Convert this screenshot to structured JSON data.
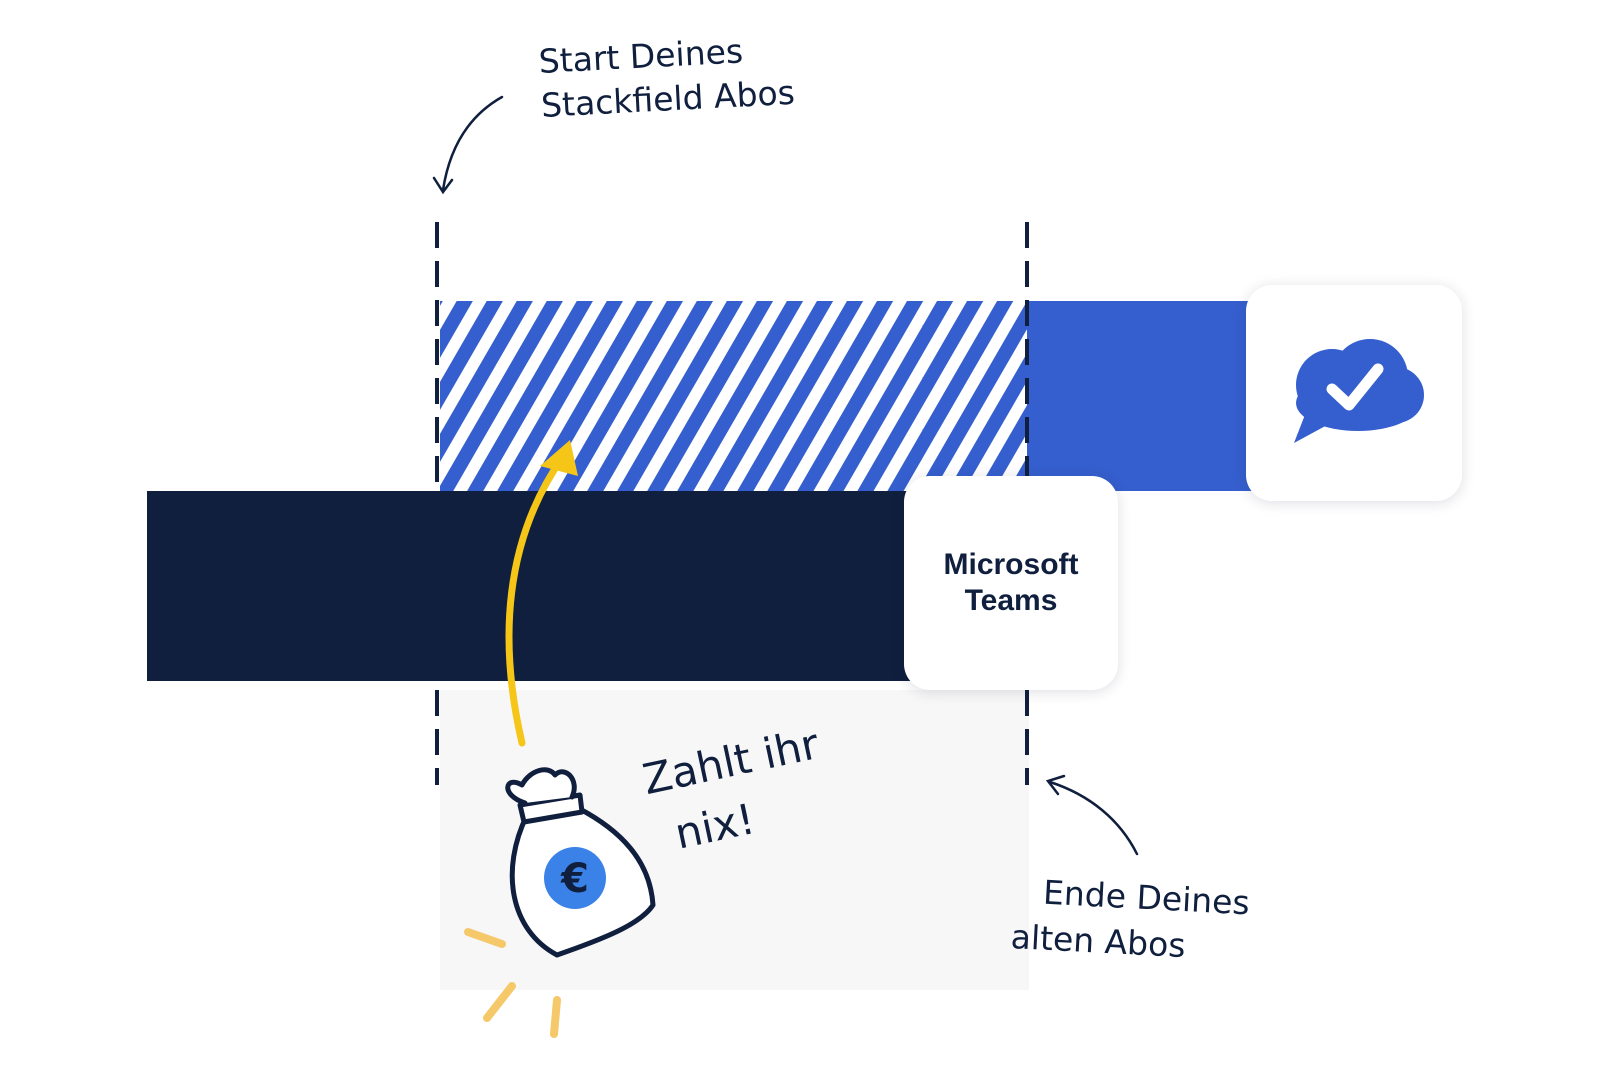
{
  "labels": {
    "start_line1": "Start Deines",
    "start_line2": "Stackfield Abos",
    "end_line1": "Ende Deines",
    "end_line2": "alten Abos",
    "free_line1": "Zahlt ihr",
    "free_line2": "nix!"
  },
  "cards": {
    "old_tool": "Microsoft Teams",
    "new_tool_icon": "stackfield-logo-icon"
  },
  "icons": {
    "money": "money-bag-euro-icon",
    "arrow": "curved-arrow-icon"
  },
  "colors": {
    "navy": "#0f1f3d",
    "blue": "#355fce",
    "yellow": "#f5c518",
    "gray": "#f7f7f7",
    "euro_blue": "#3b82e8"
  }
}
